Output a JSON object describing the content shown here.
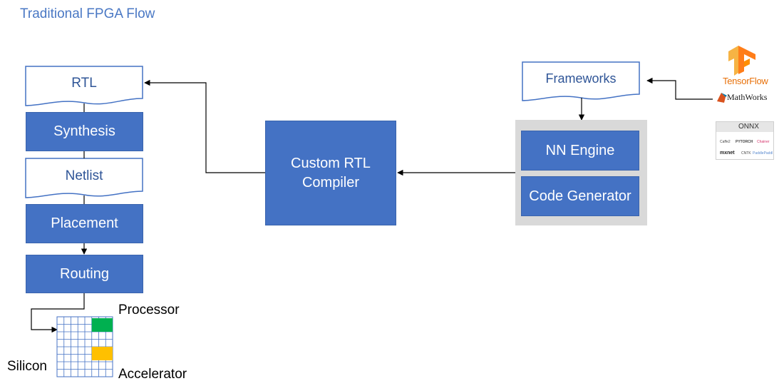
{
  "title": "Traditional FPGA Flow",
  "flow": {
    "rtl": "RTL",
    "synthesis": "Synthesis",
    "netlist": "Netlist",
    "placement": "Placement",
    "routing": "Routing"
  },
  "compiler": {
    "line1": "Custom RTL",
    "line2": "Compiler"
  },
  "frameworks": "Frameworks",
  "engine": {
    "nn_engine": "NN Engine",
    "code_generator": "Code Generator"
  },
  "chip": {
    "processor": "Processor",
    "accelerator": "Accelerator",
    "silicon": "Silicon"
  },
  "logos": {
    "tensorflow": "TensorFlow",
    "mathworks": "MathWorks",
    "onnx": "ONNX",
    "caffe2": "Caffe2",
    "pytorch": "PYTORCH",
    "chainer": "Chainer",
    "mxnet": "mxnet",
    "cntk": "CNTK",
    "paddle": "PaddlePaddle"
  },
  "colors": {
    "box_blue": "#4472c4",
    "title_blue": "#4a78c4",
    "panel_grey": "#d9d9d9",
    "processor_green": "#00b050",
    "accelerator_yellow": "#ffc000",
    "tensorflow_orange": "#e8710a"
  }
}
